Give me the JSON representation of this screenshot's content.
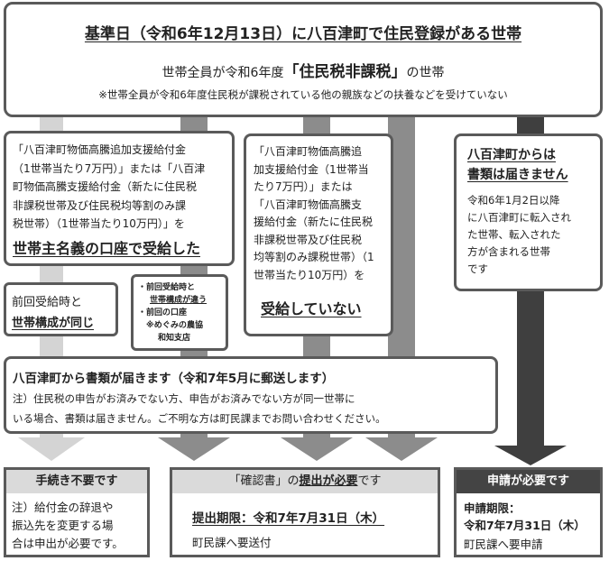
{
  "colors": {
    "border": "#5a5a5a",
    "arrow_light": "#d4d4d4",
    "arrow_mid": "#a0a0a0",
    "arrow_mid2": "#8c8c8c",
    "arrow_dark": "#606060",
    "arrow_darkest": "#3f3f3f",
    "header_fill_light": "#dadada",
    "header_fill_dark": "#444444"
  },
  "top": {
    "title": "基準日（令和6年12月13日）に八百津町で住民登録がある世帯",
    "line2_prefix": "世帯全員が令和6年度",
    "line2_em": "「住民税非課税」",
    "line2_suffix": "の世帯",
    "note": "※世帯全員が令和6年度住民税が課税されている他の親族などの扶養などを受けていない"
  },
  "box_received": {
    "lines": [
      "「八百津町物価高騰追加支援給付金",
      "（1世帯当たり7万円）」または「八百津",
      "町物価高騰支援給付金（新たに住民税",
      "非課税世帯及び住民税均等割のみ課",
      "税世帯）（1世帯当たり10万円）」を"
    ],
    "emphasis": "世帯主名義の口座で受給した"
  },
  "box_same": {
    "line1": "前回受給時と",
    "line2": "世帯構成が同じ"
  },
  "box_diff": {
    "item1a": "・前回受給時と",
    "item1b": "世帯構成が違う",
    "item2a": "・前回の口座",
    "item2b": "※めぐみの農協",
    "item2c": "和知支店"
  },
  "box_not_received": {
    "lines": [
      "「八百津町物価高騰追",
      "加支援給付金（1世帯当",
      "たり7万円）」または",
      "「八百津町物価高騰支",
      "援給付金（新たに住民税",
      "非課税世帯及び住民税",
      "均等割のみ課税世帯）（1",
      "世帯当たり10万円）を"
    ],
    "emphasis": "受給していない"
  },
  "box_no_docs": {
    "title_line1": "八百津町からは",
    "title_line2": "書類は届きません",
    "lines": [
      "令和6年1月2日以降",
      "に八百津町に転入され",
      "た世帯、転入された",
      "方が含まれる世帯",
      "です"
    ]
  },
  "box_mail": {
    "title": "八百津町から書類が届きます（令和7年5月に郵送します）",
    "note1": "注）住民税の申告がお済みでない方、申告がお済みでない方が同一世帯に",
    "note2": "いる場合、書類は届きません。ご不明な方は町民課までお問い合わせください。"
  },
  "result_no_procedure": {
    "header": "手続き不要です",
    "lines": [
      "注）給付金の辞退や",
      "振込先を変更する場",
      "合は申出が必要です。"
    ]
  },
  "result_confirmation": {
    "header_a": "「確認書」の",
    "header_b": "提出が必要",
    "header_c": "です",
    "deadline": "提出期限：令和7年7月31日（木）",
    "line2": "町民課へ要送付"
  },
  "result_application": {
    "header": "申請が必要です",
    "deadline1": "申請期限：",
    "deadline2": "令和7年7月31日（木）",
    "line3": "町民課へ要申請"
  }
}
